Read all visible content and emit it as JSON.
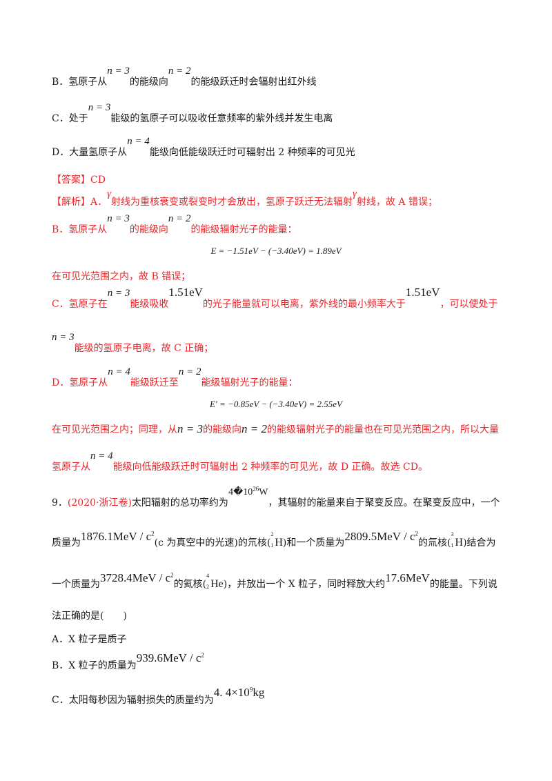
{
  "optB": {
    "a": "B．氢原子从",
    "n1": "n = 3",
    "b": "的能级向",
    "n2": "n = 2",
    "c": "的能级跃迁时会辐射出红外线"
  },
  "optC": {
    "a": "C．处于",
    "n1": "n = 3",
    "b": "能级的氢原子可以吸收任意频率的紫外线并发生电离"
  },
  "optD": {
    "a": "D．大量氢原子从",
    "n1": "n = 4",
    "b": "能级向低能级跃迁时可辐射出 2 种频率的可见光"
  },
  "answer": {
    "label": "【答案】CD"
  },
  "analysis": {
    "a_label": "【解析】A．",
    "gamma": "γ",
    "a_text1": "射线为重核衰变或裂变时才会放出，氢原子跃迁无法辐射",
    "a_text2": "射线，故 A 错误；",
    "b_intro": "B．氢原子从",
    "b_n1": "n = 3",
    "b_mid": "的能级向",
    "b_n2": "n = 2",
    "b_end": "的能级辐射光子的能量：",
    "b_eq": "E = −1.51eV − (−3.40eV) = 1.89eV",
    "b_conc": "在可见光范围之内，故 B 错误；",
    "c_intro": "C．氢原子在",
    "c_n1": "n = 3",
    "c_mid": "能级吸收",
    "c_e1": "1.51eV",
    "c_mid2": "的光子能量就可以电离，紫外线的最小频率大于",
    "c_e2": "1.51eV",
    "c_end": "，可以使处于",
    "c_n2": "n = 3",
    "c_conc": "能级的氢原子电离，故 C 正确；",
    "d_intro": "D．氢原子从",
    "d_n1": "n = 4",
    "d_mid": "能级跃迁至",
    "d_n2": "n = 2",
    "d_end": "能级辐射光子的能量：",
    "d_eq": "E′ = −0.85eV − (−3.40eV) = 2.55eV",
    "d_conc1": "在可见光范围之内；同理，从",
    "d_n3": "n = 3",
    "d_conc2": "的能级向",
    "d_n4": "n = 2",
    "d_conc3": "的能级辐射光子的能量也在可见光范围之内，所以大量",
    "d_last1": "氢原子从",
    "d_n5": "n = 4",
    "d_last2": "能级向低能级跃迁时可辐射出 2 种频率的可见光，故 D 正确。故选 CD。"
  },
  "q9": {
    "num": "9．",
    "source": "(2020·浙江卷)",
    "t1": "太阳辐射的总功率约为",
    "power_mant": "4",
    "power_sym": "�10",
    "power_exp": "26",
    "power_unit": "W",
    "t2": "，其辐射的能量来自于聚变反应。在聚变反应中，一个",
    "t3": "质量为",
    "m1": "1876.1MeV / c",
    "m1_exp": "2",
    "t4": "(c 为真空中的光速)的氘核(",
    "h2_mass": "2",
    "h2_z": "1",
    "h2_sym": "H",
    "t5": ")和一个质量为",
    "m2": "2809.5MeV / c",
    "m2_exp": "2",
    "t6": "的氚核(",
    "h3_mass": "3",
    "h3_z": "1",
    "h3_sym": "H",
    "t7": ")结合为",
    "t8": "一个质量为",
    "m3": "3728.4MeV / c",
    "m3_exp": "2",
    "t9": "的氦核(",
    "he_mass": "4",
    "he_z": "2",
    "he_sym": "He",
    "t10": ")，并放出一个 X 粒子，同时释放大约",
    "energy": "17.6MeV",
    "t11": "的能量。下列说",
    "t12": "法正确的是(　　)",
    "optA": "A．X 粒子是质子",
    "optB_a": "B．X 粒子的质量为",
    "optB_m": "939.6MeV / c",
    "optB_exp": "2",
    "optC_a": "C．太阳每秒因为辐射损失的质量约为",
    "optC_m": "4. 4×10",
    "optC_exp": "9",
    "optC_unit": "kg"
  }
}
